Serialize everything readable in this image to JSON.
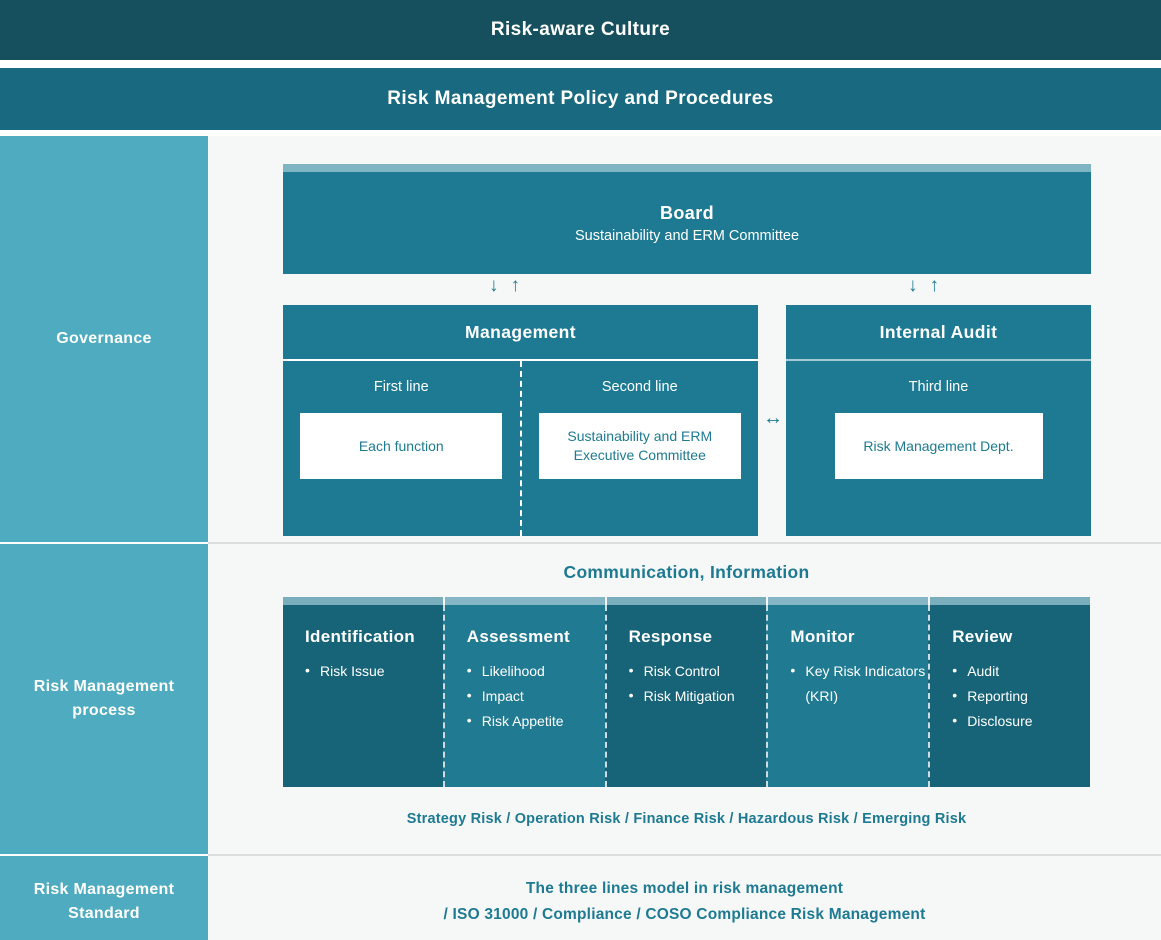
{
  "banners": {
    "culture": "Risk-aware Culture",
    "policy": "Risk Management Policy and Procedures"
  },
  "colors": {
    "culture_bar": "#16505e",
    "policy_bar": "#196a80",
    "sidebar": "#4fabc0",
    "box_teal": "#1d7a92",
    "box_dark_teal": "#176478",
    "accent_light": "#7fb4c3",
    "page_bg": "#f6f7f7",
    "text_teal": "#1d7a92"
  },
  "sections": {
    "governance": {
      "label": "Governance",
      "board": {
        "title": "Board",
        "subtitle": "Sustainability and ERM Committee"
      },
      "arrow_down": "↓",
      "arrow_up": "↑",
      "arrow_horizontal": "↔",
      "management": {
        "title": "Management",
        "lines": [
          {
            "line_label": "First line",
            "entity": "Each function"
          },
          {
            "line_label": "Second line",
            "entity": "Sustainability and ERM Executive Committee"
          }
        ]
      },
      "internal_audit": {
        "title": "Internal Audit",
        "lines": [
          {
            "line_label": "Third line",
            "entity": "Risk Management Dept."
          }
        ]
      }
    },
    "risk_process": {
      "label": "Risk Management process",
      "communication_title": "Communication, Information",
      "columns": [
        {
          "title": "Identification",
          "items": [
            "Risk Issue"
          ],
          "shade": "dark"
        },
        {
          "title": "Assessment",
          "items": [
            "Likelihood",
            "Impact",
            "Risk Appetite"
          ],
          "shade": "light"
        },
        {
          "title": "Response",
          "items": [
            "Risk Control",
            "Risk Mitigation"
          ],
          "shade": "dark"
        },
        {
          "title": "Monitor",
          "items": [
            "Key Risk Indicators (KRI)"
          ],
          "shade": "light"
        },
        {
          "title": "Review",
          "items": [
            "Audit",
            "Reporting",
            "Disclosure"
          ],
          "shade": "dark"
        }
      ],
      "risk_types": "Strategy Risk / Operation Risk / Finance Risk / Hazardous Risk / Emerging Risk"
    },
    "standard": {
      "label": "Risk Management Standard",
      "lines": [
        "The three lines model in risk management",
        "/ ISO 31000 / Compliance / COSO Compliance Risk Management"
      ]
    }
  }
}
